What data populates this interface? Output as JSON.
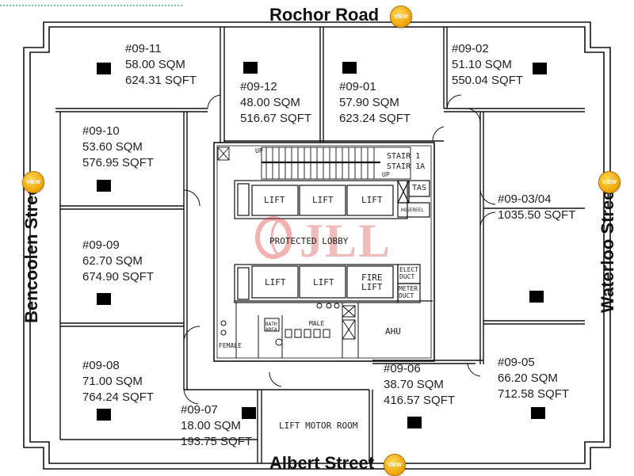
{
  "streets": {
    "north": "Rochor Road",
    "south": "Albert Street",
    "west": "Bencoolen Street",
    "east": "Waterloo Street",
    "view_label": "VIEW"
  },
  "units": [
    {
      "id": "#09-11",
      "sqm": "58.00 SQM",
      "sqft": "624.31 SQFT"
    },
    {
      "id": "#09-12",
      "sqm": "48.00 SQM",
      "sqft": "516.67 SQFT"
    },
    {
      "id": "#09-01",
      "sqm": "57.90 SQM",
      "sqft": "623.24 SQFT"
    },
    {
      "id": "#09-02",
      "sqm": "51.10 SQM",
      "sqft": "550.04 SQFT"
    },
    {
      "id": "#09-10",
      "sqm": "53.60 SQM",
      "sqft": "576.95 SQFT"
    },
    {
      "id": "#09-03/04",
      "sqm": "",
      "sqft": "1035.50 SQFT"
    },
    {
      "id": "#09-09",
      "sqm": "62.70 SQM",
      "sqft": "674.90 SQFT"
    },
    {
      "id": "#09-08",
      "sqm": "71.00 SQM",
      "sqft": "764.24 SQFT"
    },
    {
      "id": "#09-07",
      "sqm": "18.00 SQM",
      "sqft": "193.75 SQFT"
    },
    {
      "id": "#09-06",
      "sqm": "38.70 SQM",
      "sqft": "416.57 SQFT"
    },
    {
      "id": "#09-05",
      "sqm": "66.20 SQM",
      "sqft": "712.58 SQFT"
    }
  ],
  "core": {
    "up1": "UP",
    "up2": "UP",
    "stair": "STAIR 1",
    "stair2": "STAIR 1A",
    "tas": "TAS",
    "hosereel": "HOSEREEL",
    "lift": "LIFT",
    "fire_lift_1": "FIRE",
    "fire_lift_2": "LIFT",
    "lobby": "PROTECTED LOBBY",
    "elect1": "ELECT",
    "elect2": "DUCT",
    "meter1": "METER",
    "meter2": "DUCT",
    "ahu": "AHU",
    "female": "FEMALE",
    "male": "MALE",
    "bath1": "BATH",
    "bath2": "AREA",
    "lift_motor": "LIFT MOTOR ROOM"
  },
  "watermark": "JLL"
}
